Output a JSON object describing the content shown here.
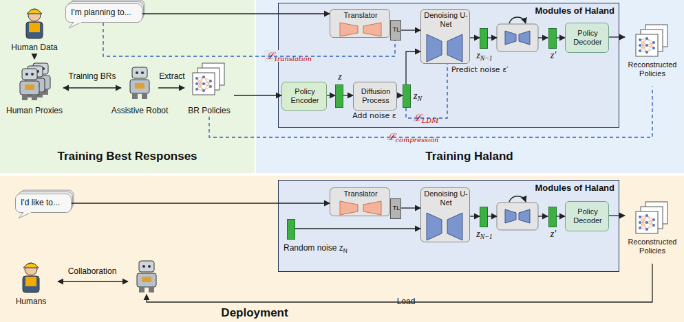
{
  "diagram": {
    "nodes": [
      {
        "text": [
          "Training Best Responses"
        ]
      },
      {
        "text": [
          "Training Haland"
        ]
      },
      {
        "text": [
          "Modules of Haland"
        ],
        "in": 1
      },
      {
        "text": [
          "I'm planning to..."
        ],
        "in": 0
      },
      {
        "text": [
          "Human Data"
        ],
        "in": 0
      },
      {
        "text": [
          "Human Proxies"
        ],
        "in": 0
      },
      {
        "text": [
          "Assistive Robot"
        ],
        "in": 0
      },
      {
        "text": [
          "BR Policies"
        ],
        "in": 0
      },
      {
        "text": [
          "Translator"
        ],
        "in": 2
      },
      {
        "text": [
          "TL"
        ],
        "in": 2
      },
      {
        "text": [
          "Denoising U-Net"
        ],
        "in": 2
      },
      {
        "text": [
          "Policy Encoder"
        ],
        "in": 2
      },
      {
        "text": [
          "z"
        ],
        "in": 2
      },
      {
        "text": [
          "Diffusion Process"
        ],
        "in": 2
      },
      {
        "text": [
          "zN"
        ],
        "in": 2
      },
      {
        "text": [
          "zN−1"
        ],
        "in": 2
      },
      {
        "text": [
          "z′"
        ],
        "in": 2
      },
      {
        "text": [
          "Policy Decoder"
        ],
        "in": 2
      },
      {
        "text": [
          "Reconstructed Policies"
        ],
        "in": 1
      },
      {
        "text": [
          "Deployment"
        ]
      },
      {
        "text": [
          "Modules of Haland"
        ],
        "in": 19
      },
      {
        "text": [
          "I'd like to..."
        ],
        "in": 19
      },
      {
        "text": [
          "Humans"
        ],
        "in": 19
      },
      {
        "text": [
          "Translator"
        ],
        "in": 20
      },
      {
        "text": [
          "TL"
        ],
        "in": 20
      },
      {
        "text": [
          "Random noise zN"
        ],
        "in": 20
      },
      {
        "text": [
          "Denoising U-Net"
        ],
        "in": 20
      },
      {
        "text": [
          "zN−1"
        ],
        "in": 20
      },
      {
        "text": [
          "z′"
        ],
        "in": 20
      },
      {
        "text": [
          "Policy Decoder"
        ],
        "in": 20
      },
      {
        "text": [
          "Reconstructed Policies"
        ],
        "in": 19
      }
    ],
    "edges": [
      {
        "from": 4,
        "to": 5,
        "arrow": "to"
      },
      {
        "from": 5,
        "to": 6,
        "label": "Training BRs",
        "arrow": "both"
      },
      {
        "from": 6,
        "to": 7,
        "label": "Extract",
        "arrow": "to"
      },
      {
        "from": 3,
        "to": 8,
        "arrow": "to"
      },
      {
        "from": 9,
        "to": 10,
        "arrow": "to"
      },
      {
        "from": 7,
        "to": 11,
        "arrow": "to"
      },
      {
        "from": 11,
        "to": 12,
        "arrow": "to"
      },
      {
        "from": 12,
        "to": 13,
        "arrow": "to"
      },
      {
        "from": 13,
        "to": 14,
        "arrow": "to"
      },
      {
        "from": 14,
        "to": 10,
        "arrow": "to"
      },
      {
        "from": 10,
        "to": 15,
        "arrow": "to"
      },
      {
        "from": 16,
        "to": 17,
        "arrow": "to"
      },
      {
        "from": 17,
        "to": 18,
        "arrow": "to"
      },
      {
        "from": 3,
        "to": 9,
        "label": "ℒtranslation",
        "arrow": "none"
      },
      {
        "from": 14,
        "to": 10,
        "label": "ℒLDM",
        "arrow": "none"
      },
      {
        "from": 7,
        "to": 18,
        "label": "ℒcompression",
        "arrow": "none"
      },
      {
        "from": 21,
        "to": 23,
        "arrow": "to"
      },
      {
        "from": 24,
        "to": 26,
        "arrow": "to"
      },
      {
        "from": 25,
        "to": 26,
        "arrow": "to"
      },
      {
        "from": 26,
        "to": 27,
        "arrow": "to"
      },
      {
        "from": 28,
        "to": 29,
        "arrow": "to"
      },
      {
        "from": 29,
        "to": 30,
        "arrow": "to"
      }
    ],
    "labels": [
      "Predict noise ε′",
      "Add noise ε",
      "Collaboration",
      "Load"
    ]
  }
}
